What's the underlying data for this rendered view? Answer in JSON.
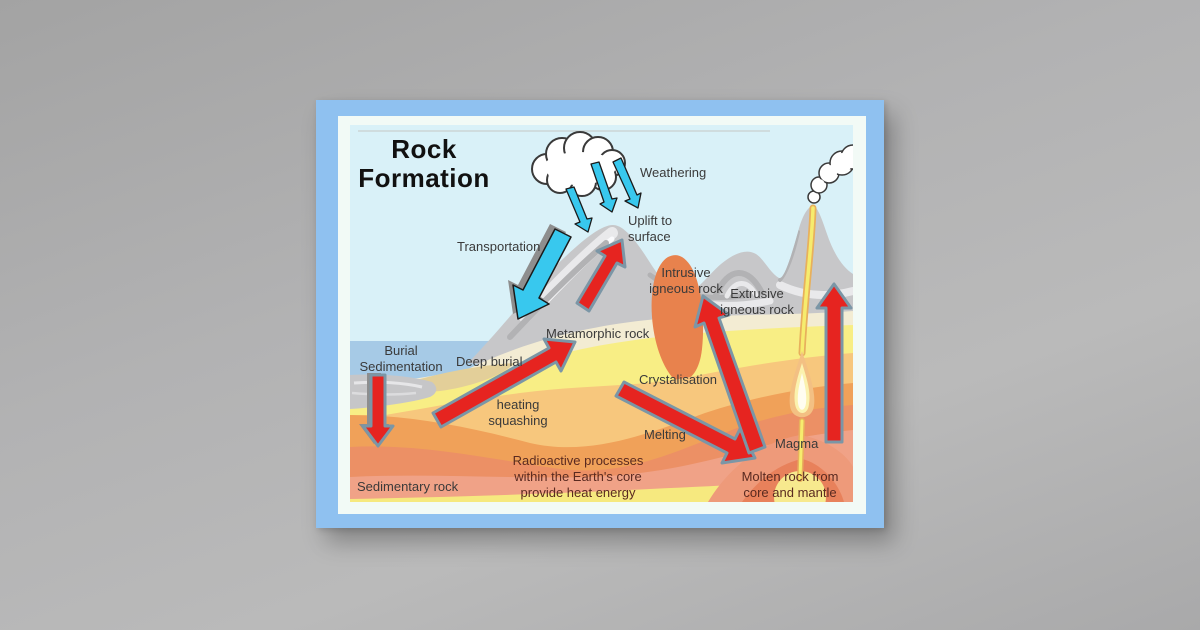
{
  "poster": {
    "title": "Rock\nFormation",
    "labels": {
      "weathering": "Weathering",
      "uplift": "Uplift to\nsurface",
      "transportation": "Transportation",
      "intrusive": "Intrusive\nigneous rock",
      "extrusive": "Extrusive\nigneous rock",
      "metamorphic": "Metamorphic rock",
      "burial": "Burial\nSedimentation",
      "deep_burial": "Deep burial",
      "crystalisation": "Crystalisation",
      "heating": "heating\nsquashing",
      "melting": "Melting",
      "magma": "Magma",
      "radioactive": "Radioactive processes\nwithin the Earth's core\nprovide heat energy",
      "sedimentary": "Sedimentary rock",
      "molten": "Molten rock from\ncore and mantle"
    },
    "colors": {
      "frame": "#8fc1f0",
      "mat": "#f2faf6",
      "sky": "#d9f1f8",
      "sea": "#a6cae6",
      "mountain": "#c7c7c9",
      "mountain_light": "#e9e9eb",
      "mountain_white": "#fafafc",
      "mountain_dark": "#b2b2b4",
      "cream": "#f3ecd3",
      "yellow": "#f8ee85",
      "sand": "#e3cf99",
      "light_orange": "#f7c77d",
      "orange": "#f0a159",
      "salmon": "#ec9065",
      "pink": "#f0a287",
      "bottom_yellow": "#f6e97f",
      "outcrop": "#c6c6c8",
      "outcrop_light": "#e6e6e8",
      "intrusive": "#e8824d",
      "hump": "#ee9a7a",
      "hump_dark": "#e8815b",
      "glow": "#f7e98e",
      "conduit": "#e8b05c",
      "conduit_core": "#f6ec6e",
      "flame_outer": "#f3c083",
      "flame_mid": "#fbf2ae",
      "flame_inner": "#fffdf0",
      "red": "#e62420",
      "cyan": "#38c8ee",
      "slate": "#7b96a6",
      "gray_shadow": "#8e8e8e",
      "cloud_stroke": "#3a3a3a",
      "text": "#3a3a3a",
      "text_maroon": "#5a2a20"
    }
  }
}
